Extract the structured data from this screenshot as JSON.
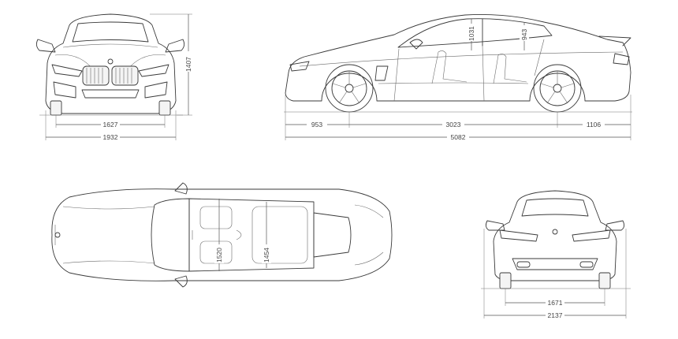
{
  "dimensions": {
    "front_track": "1627",
    "front_width": "1932",
    "height": "1407",
    "front_overhang": "953",
    "wheelbase": "3023",
    "rear_overhang": "1106",
    "length": "5082",
    "front_headroom": "1031",
    "rear_headroom": "943",
    "front_shoulder_room": "1520",
    "rear_shoulder_room": "1454",
    "rear_track": "1671",
    "width_with_mirrors": "2137"
  },
  "colors": {
    "line": "#3a3a3a",
    "dimension": "#555555",
    "background": "#ffffff"
  }
}
